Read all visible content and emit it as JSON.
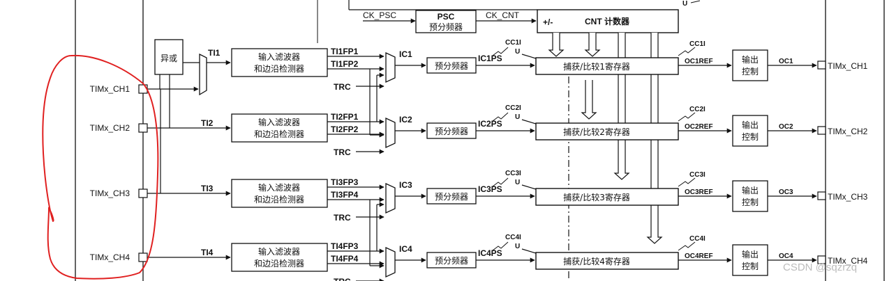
{
  "counter": {
    "ck_psc": "CK_PSC",
    "ck_cnt": "CK_CNT",
    "psc_title": "PSC",
    "psc_sub": "预分频器",
    "updown": "+/-",
    "cnt": "CNT 计数器"
  },
  "xor_label": "异或",
  "channels": [
    {
      "pin": "TIMx_CH1",
      "ti": "TI1",
      "filter1": "输入滤波器",
      "filter2": "和边沿检测器",
      "fpa": "TI1FP1",
      "fpb": "TI1FP2",
      "trc": "TRC",
      "ic": "IC1",
      "prescaler": "预分频器",
      "icps": "IC1PS",
      "cci": "CC1I",
      "u": "U",
      "ccr": "捕获/比较1寄存器",
      "ocref": "OC1REF",
      "out1": "输出",
      "out2": "控制",
      "oc": "OC1",
      "outpin": "TIMx_CH1"
    },
    {
      "pin": "TIMx_CH2",
      "ti": "TI2",
      "filter1": "输入滤波器",
      "filter2": "和边沿检测器",
      "fpa": "TI2FP1",
      "fpb": "TI2FP2",
      "trc": "TRC",
      "ic": "IC2",
      "prescaler": "预分频器",
      "icps": "IC2PS",
      "cci": "CC2I",
      "u": "U",
      "ccr": "捕获/比较2寄存器",
      "ocref": "OC2REF",
      "out1": "输出",
      "out2": "控制",
      "oc": "OC2",
      "outpin": "TIMx_CH2"
    },
    {
      "pin": "TIMx_CH3",
      "ti": "TI3",
      "filter1": "输入滤波器",
      "filter2": "和边沿检测器",
      "fpa": "TI3FP3",
      "fpb": "TI3FP4",
      "trc": "TRC",
      "ic": "IC3",
      "prescaler": "预分频器",
      "icps": "IC3PS",
      "cci": "CC3I",
      "u": "U",
      "ccr": "捕获/比较3寄存器",
      "ocref": "OC3REF",
      "out1": "输出",
      "out2": "控制",
      "oc": "OC3",
      "outpin": "TIMx_CH3"
    },
    {
      "pin": "TIMx_CH4",
      "ti": "TI4",
      "filter1": "输入滤波器",
      "filter2": "和边沿检测器",
      "fpa": "TI4FP3",
      "fpb": "TI4FP4",
      "trc": "TRC",
      "ic": "IC4",
      "prescaler": "预分频器",
      "icps": "IC4PS",
      "cci": "CC4I",
      "u": "U",
      "ccr": "捕获/比较4寄存器",
      "ocref": "OC4REF",
      "out1": "输出",
      "out2": "控制",
      "oc": "OC4",
      "outpin": "TIMx_CH4"
    }
  ],
  "top_u": "U",
  "watermark": "CSDN @sqzrzq",
  "colors": {
    "line": "#111111",
    "annotation": "#e02020",
    "background": "#ffffff",
    "watermark": "#bcbcbc"
  }
}
